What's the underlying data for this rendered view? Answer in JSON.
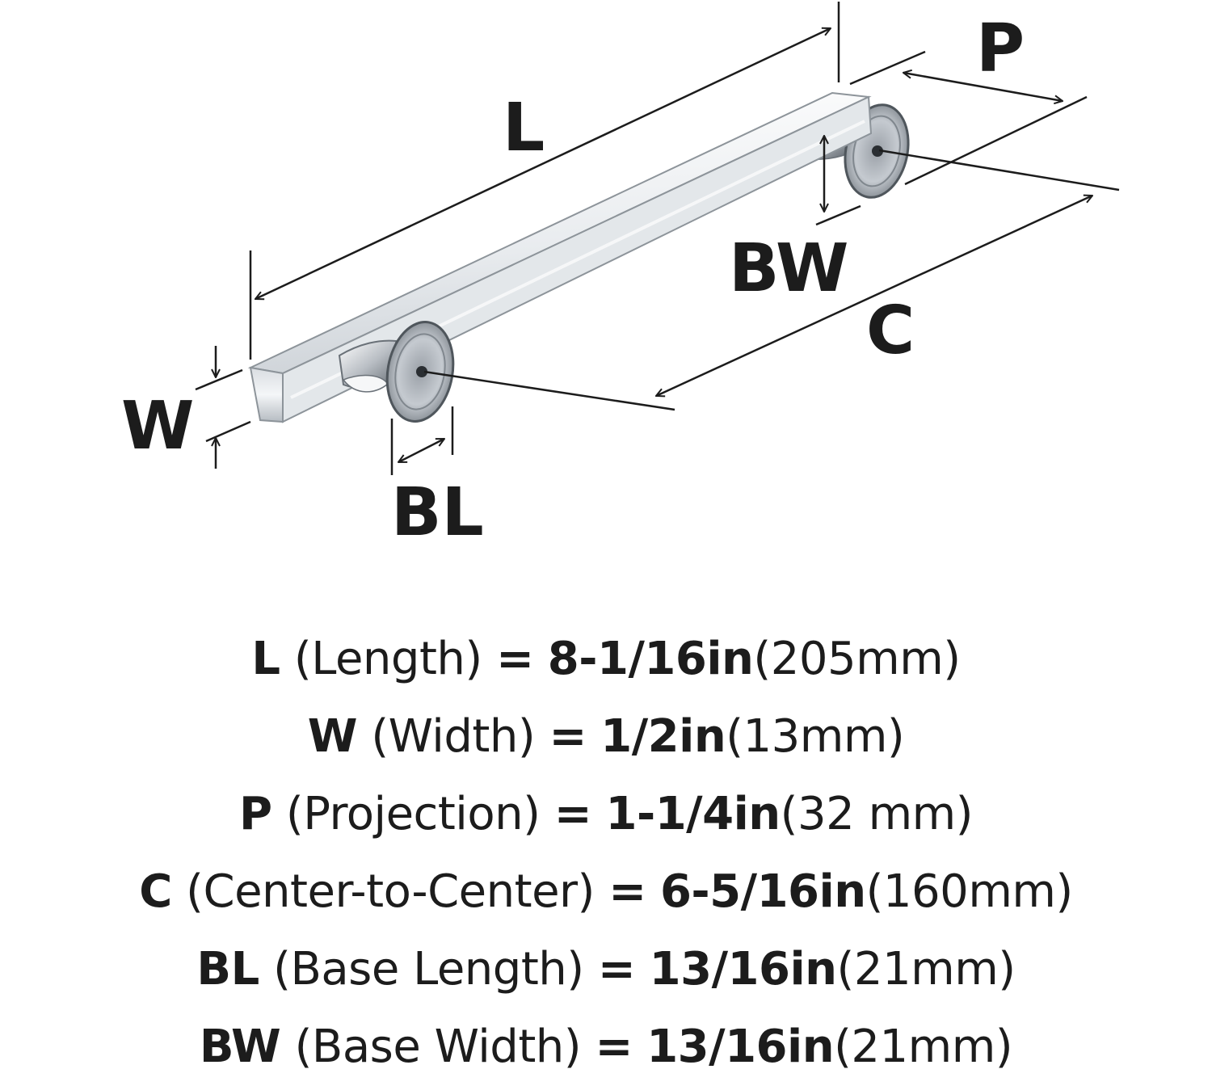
{
  "diagram": {
    "labels": {
      "L": "L",
      "P": "P",
      "BW": "BW",
      "C": "C",
      "W": "W",
      "BL": "BL"
    }
  },
  "specs": [
    {
      "code": "L",
      "name": "(Length)",
      "equals": "=",
      "imperial": "8-1/16in",
      "metric": "(205mm)"
    },
    {
      "code": "W",
      "name": "(Width)",
      "equals": "=",
      "imperial": "1/2in",
      "metric": "(13mm)"
    },
    {
      "code": "P",
      "name": "(Projection)",
      "equals": "=",
      "imperial": "1-1/4in",
      "metric": "(32 mm)"
    },
    {
      "code": "C",
      "name": "(Center-to-Center)",
      "equals": "=",
      "imperial": "6-5/16in",
      "metric": "(160mm)"
    },
    {
      "code": "BL",
      "name": "(Base Length)",
      "equals": "=",
      "imperial": "13/16in",
      "metric": "(21mm)"
    },
    {
      "code": "BW",
      "name": "(Base Width)",
      "equals": "=",
      "imperial": "13/16in",
      "metric": "(21mm)"
    }
  ],
  "colors": {
    "ink": "#1c1c1c",
    "chrome_light": "#f2f4f6",
    "chrome_mid": "#c9ced3",
    "chrome_dark": "#7d848b"
  }
}
